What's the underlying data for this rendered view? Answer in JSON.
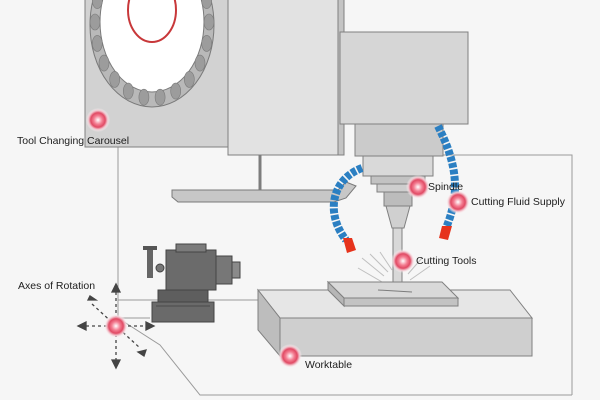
{
  "labels": {
    "tool_changing_carousel": "Tool Changing Carousel",
    "spindle": "Spindle",
    "cutting_fluid_supply": "Cutting Fluid Supply",
    "cutting_tools": "Cutting Tools",
    "axes_of_rotation": "Axes of Rotation",
    "worktable": "Worktable"
  },
  "colors": {
    "machine_gray": "#d4d4d4",
    "machine_dark": "#7d7d7d",
    "hose_blue": "#2b7fc2",
    "nozzle_red": "#e6331c",
    "marker_red": "#e8506a",
    "carousel_red": "#c8383a"
  }
}
